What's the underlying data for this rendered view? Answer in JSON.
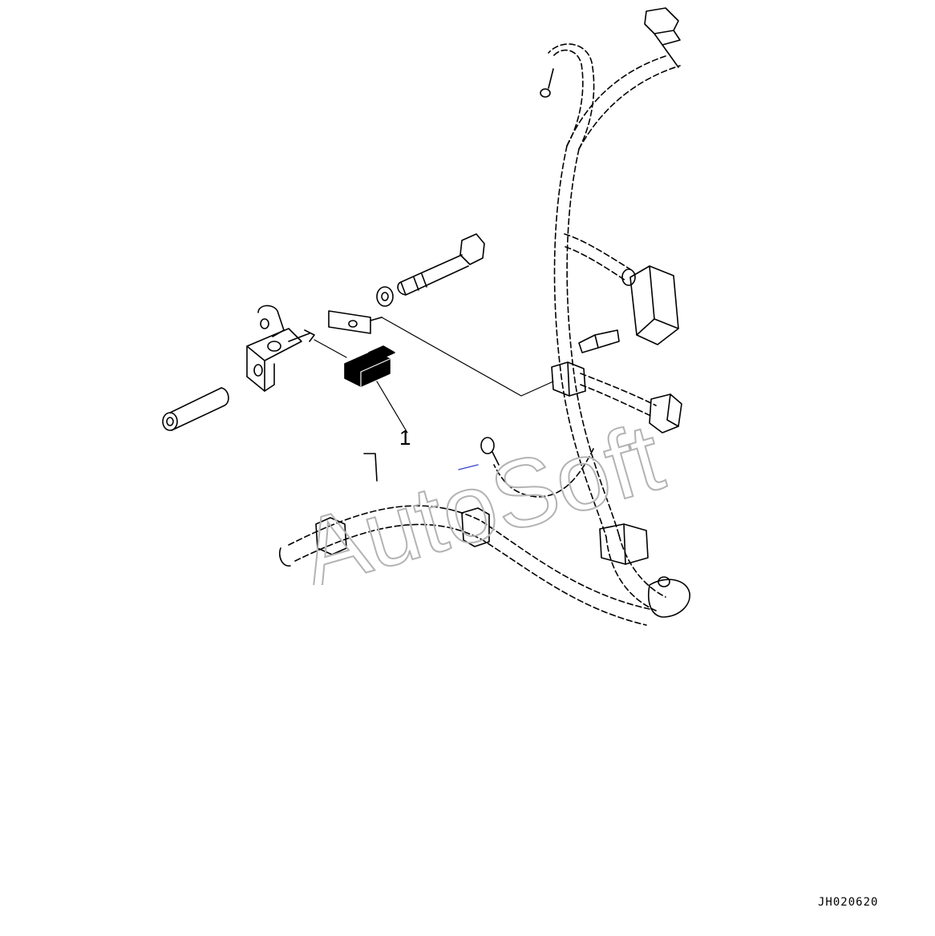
{
  "callout": {
    "label": "1"
  },
  "drawing": {
    "code": "JH020620"
  },
  "watermark": {
    "text": "AutoSoft"
  },
  "colors": {
    "line": "#000000",
    "fill_part": "#000000",
    "watermark_stroke": "#b3b3b3",
    "background": "#ffffff"
  }
}
